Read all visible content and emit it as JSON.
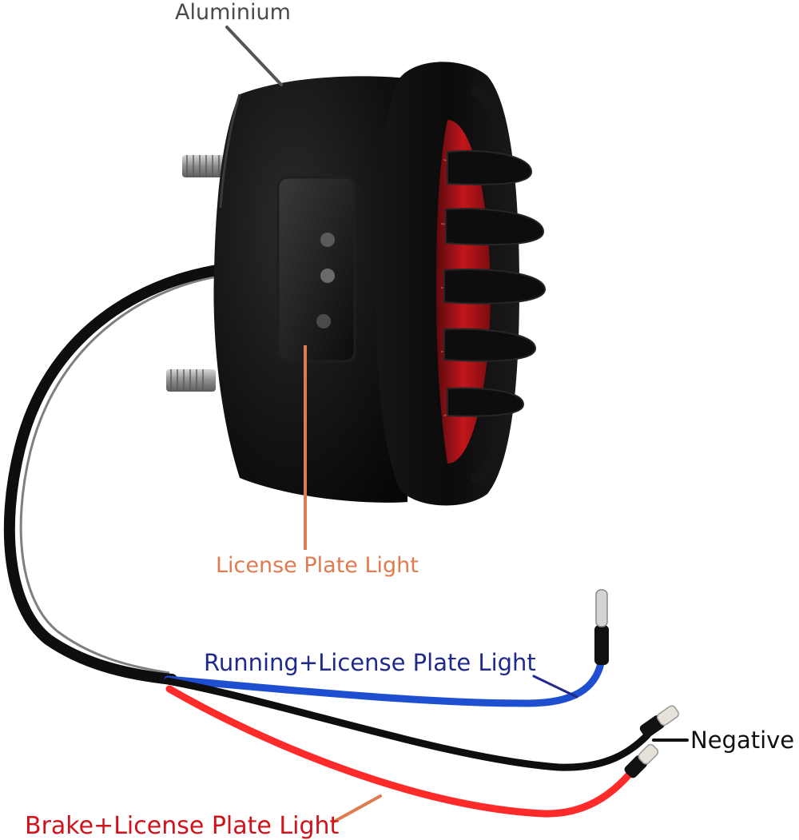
{
  "labels": {
    "aluminium": "Aluminium",
    "license_plate_light": "License Plate Light",
    "running": "Running+License Plate Light",
    "negative": "Negative",
    "brake": "Brake+License Plate Light"
  },
  "colors": {
    "aluminium_label": "#4a4a4a",
    "license_label": "#e07a4f",
    "running_label": "#1f2a8a",
    "negative_label": "#111111",
    "brake_label": "#d0121b",
    "body": "#141414",
    "lens_red": "#b3121a",
    "wire_blue": "#1f4fd1",
    "wire_red": "#ff2a2a",
    "wire_black": "#0e0e0e",
    "thread": "#9a9a9a"
  }
}
